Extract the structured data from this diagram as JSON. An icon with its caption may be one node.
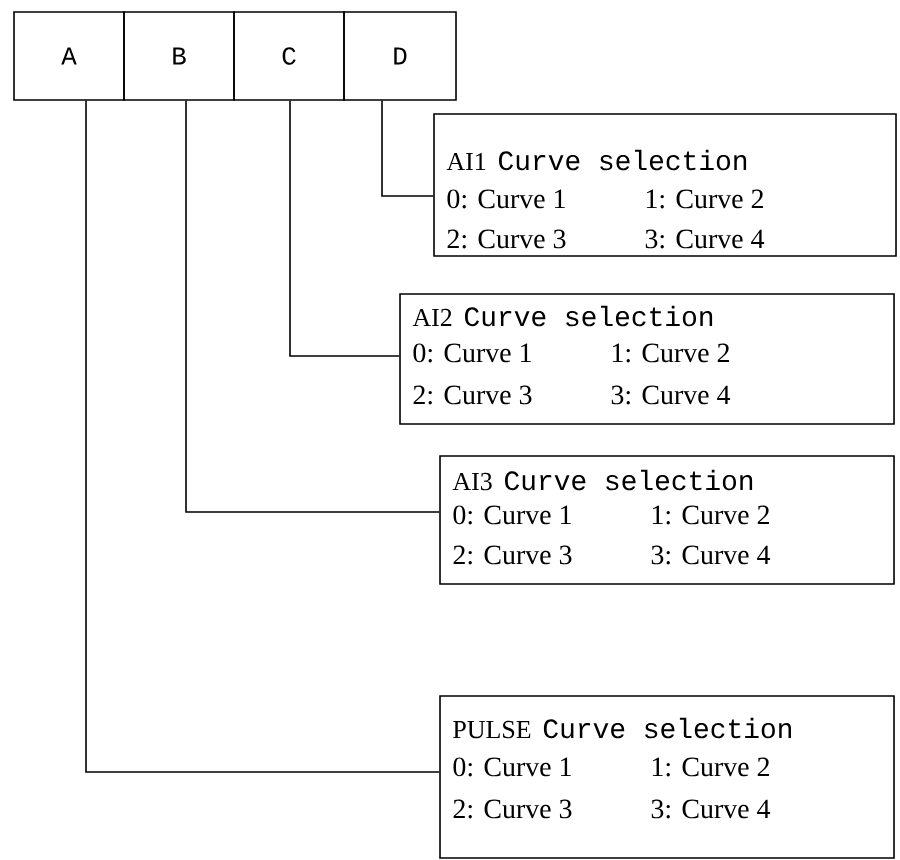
{
  "diagram": {
    "nodes": [
      {
        "text": [
          "A"
        ]
      },
      {
        "text": [
          "B"
        ]
      },
      {
        "text": [
          "C"
        ]
      },
      {
        "text": [
          "D"
        ]
      },
      {
        "text": [
          "AI1",
          "Curve selection",
          "0: Curve 1",
          "1: Curve 2",
          "2: Curve 3",
          "3: Curve 4"
        ]
      },
      {
        "text": [
          "AI2",
          "Curve selection",
          "0: Curve 1",
          "1: Curve 2",
          "2: Curve 3",
          "3: Curve 4"
        ]
      },
      {
        "text": [
          "AI3",
          "Curve selection",
          "0: Curve 1",
          "1: Curve 2",
          "2: Curve 3",
          "3: Curve 4"
        ]
      },
      {
        "text": [
          "PULSE",
          "Curve selection",
          "0: Curve 1",
          "1: Curve 2",
          "2: Curve 3",
          "3: Curve 4"
        ]
      }
    ],
    "edges": [
      {
        "from": 3,
        "to": 4,
        "arrow": "none"
      },
      {
        "from": 2,
        "to": 5,
        "arrow": "none"
      },
      {
        "from": 1,
        "to": 6,
        "arrow": "none"
      },
      {
        "from": 0,
        "to": 7,
        "arrow": "none"
      }
    ]
  }
}
